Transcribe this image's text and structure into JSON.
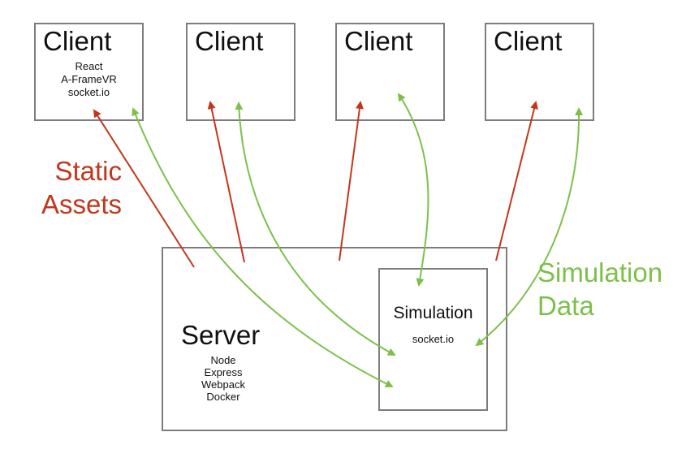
{
  "colors": {
    "static_arrow": "#c4361c",
    "data_arrow": "#7cc04a",
    "box_border": "#7d7d7d"
  },
  "clients": [
    {
      "title": "Client",
      "stack": [
        "React",
        "A-FrameVR",
        "socket.io"
      ]
    },
    {
      "title": "Client",
      "stack": []
    },
    {
      "title": "Client",
      "stack": []
    },
    {
      "title": "Client",
      "stack": []
    }
  ],
  "server": {
    "title": "Server",
    "stack": [
      "Node",
      "Express",
      "Webpack",
      "Docker"
    ]
  },
  "simulation": {
    "title": "Simulation",
    "subtitle": "socket.io"
  },
  "labels": {
    "static_assets": [
      "Static",
      "Assets"
    ],
    "simulation_data": [
      "Simulation",
      "Data"
    ]
  }
}
